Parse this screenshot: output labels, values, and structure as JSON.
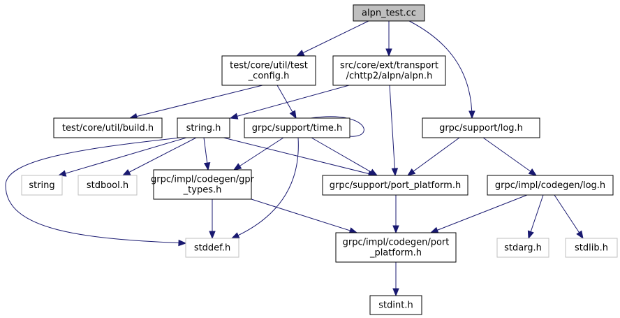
{
  "colors": {
    "edge": "#191970",
    "node_border": "#000000",
    "root_fill": "#bfbfbf",
    "system_border": "#bfbfbf",
    "fill": "#ffffff"
  },
  "nodes": [
    {
      "id": "alpn_test",
      "lines": [
        "alpn_test.cc"
      ],
      "kind": "root"
    },
    {
      "id": "test_config",
      "lines": [
        "test/core/util/test",
        "_config.h"
      ],
      "kind": "normal"
    },
    {
      "id": "alpn_h",
      "lines": [
        "src/core/ext/transport",
        "/chttp2/alpn/alpn.h"
      ],
      "kind": "normal"
    },
    {
      "id": "build_h",
      "lines": [
        "test/core/util/build.h"
      ],
      "kind": "normal"
    },
    {
      "id": "string_h",
      "lines": [
        "string.h"
      ],
      "kind": "normal"
    },
    {
      "id": "time_h",
      "lines": [
        "grpc/support/time.h"
      ],
      "kind": "normal"
    },
    {
      "id": "log_h",
      "lines": [
        "grpc/support/log.h"
      ],
      "kind": "normal"
    },
    {
      "id": "string_sys",
      "lines": [
        "string"
      ],
      "kind": "system"
    },
    {
      "id": "stdbool",
      "lines": [
        "stdbool.h"
      ],
      "kind": "system"
    },
    {
      "id": "gpr_types",
      "lines": [
        "grpc/impl/codegen/gpr",
        "_types.h"
      ],
      "kind": "normal"
    },
    {
      "id": "port_platform",
      "lines": [
        "grpc/support/port_platform.h"
      ],
      "kind": "normal"
    },
    {
      "id": "codegen_log",
      "lines": [
        "grpc/impl/codegen/log.h"
      ],
      "kind": "normal"
    },
    {
      "id": "stddef",
      "lines": [
        "stddef.h"
      ],
      "kind": "system"
    },
    {
      "id": "codegen_port",
      "lines": [
        "grpc/impl/codegen/port",
        "_platform.h"
      ],
      "kind": "normal"
    },
    {
      "id": "stdarg",
      "lines": [
        "stdarg.h"
      ],
      "kind": "system"
    },
    {
      "id": "stdlib",
      "lines": [
        "stdlib.h"
      ],
      "kind": "system"
    },
    {
      "id": "stdint",
      "lines": [
        "stdint.h"
      ],
      "kind": "normal"
    }
  ],
  "edges": [
    {
      "from": "alpn_test",
      "to": "test_config"
    },
    {
      "from": "alpn_test",
      "to": "alpn_h"
    },
    {
      "from": "alpn_test",
      "to": "log_h"
    },
    {
      "from": "test_config",
      "to": "build_h"
    },
    {
      "from": "test_config",
      "to": "time_h"
    },
    {
      "from": "alpn_h",
      "to": "string_h"
    },
    {
      "from": "alpn_h",
      "to": "port_platform"
    },
    {
      "from": "string_h",
      "to": "string_sys"
    },
    {
      "from": "string_h",
      "to": "stdbool"
    },
    {
      "from": "string_h",
      "to": "gpr_types"
    },
    {
      "from": "string_h",
      "to": "port_platform"
    },
    {
      "from": "string_h",
      "to": "stddef"
    },
    {
      "from": "time_h",
      "to": "time_h"
    },
    {
      "from": "time_h",
      "to": "gpr_types"
    },
    {
      "from": "time_h",
      "to": "port_platform"
    },
    {
      "from": "time_h",
      "to": "stddef"
    },
    {
      "from": "log_h",
      "to": "port_platform"
    },
    {
      "from": "log_h",
      "to": "codegen_log"
    },
    {
      "from": "gpr_types",
      "to": "stddef"
    },
    {
      "from": "gpr_types",
      "to": "codegen_port"
    },
    {
      "from": "port_platform",
      "to": "codegen_port"
    },
    {
      "from": "codegen_log",
      "to": "codegen_port"
    },
    {
      "from": "codegen_log",
      "to": "stdarg"
    },
    {
      "from": "codegen_log",
      "to": "stdlib"
    },
    {
      "from": "codegen_port",
      "to": "stdint"
    }
  ]
}
